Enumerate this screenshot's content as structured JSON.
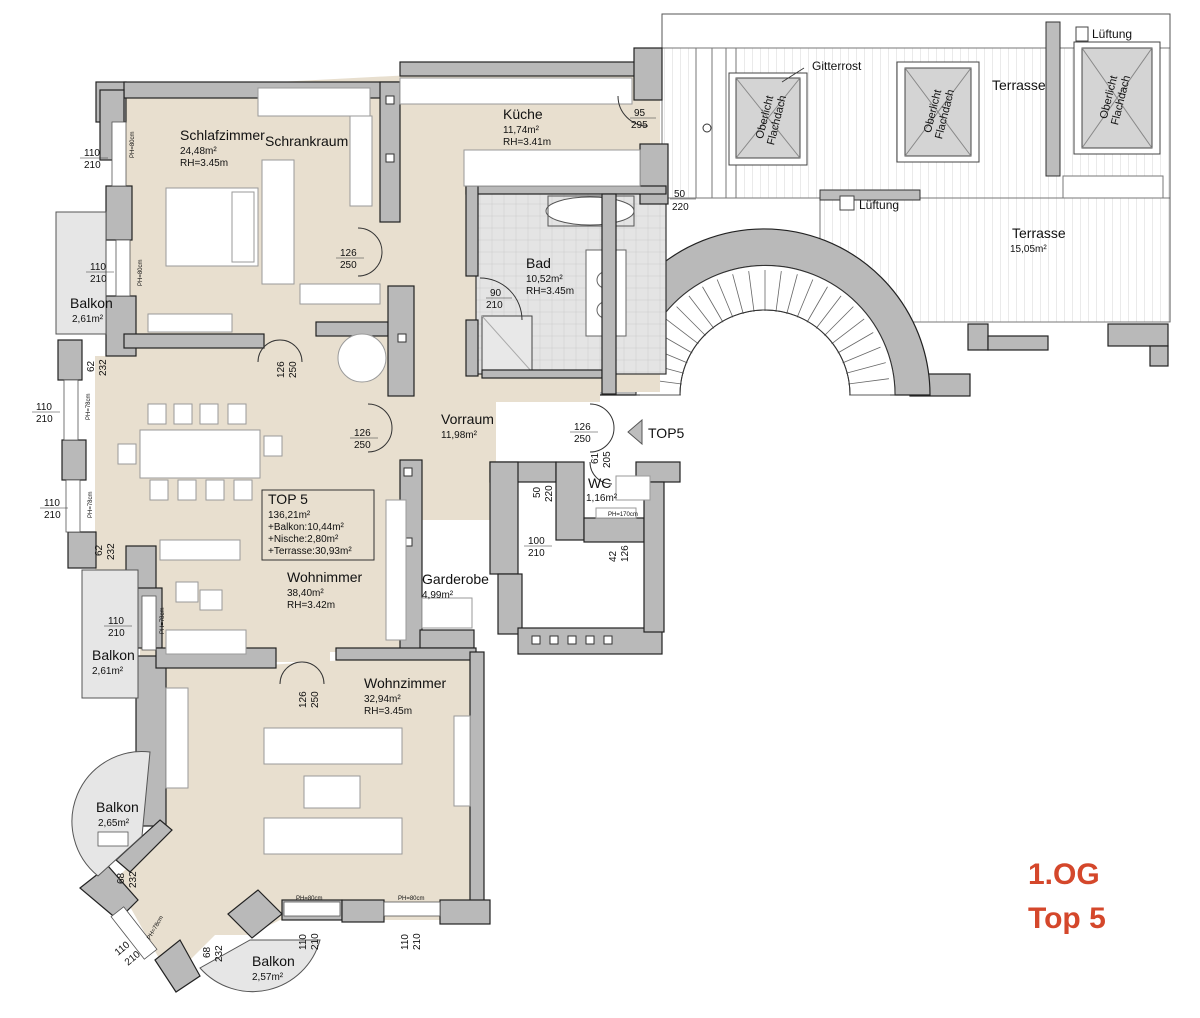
{
  "plan": {
    "floor_label": "1.OG",
    "unit_label": "Top 5",
    "entry_label": "TOP5",
    "colors": {
      "floor": "#e8dfcf",
      "wall": "#b9b9b9",
      "wet": "#dcdcdc",
      "accent": "#d4472b"
    },
    "summary": {
      "title": "TOP 5",
      "area": "136,21m²",
      "balkon": "+Balkon:10,44m²",
      "nische": "+Nische:2,80m²",
      "terrasse": "+Terrasse:30,93m²"
    },
    "rooms": {
      "schlafzimmer": {
        "name": "Schlafzimmer",
        "area": "24,48m²",
        "height": "RH=3.45m"
      },
      "schrankraum": {
        "name": "Schrankraum"
      },
      "kueche": {
        "name": "Küche",
        "area": "11,74m²",
        "height": "RH=3.41m"
      },
      "bad": {
        "name": "Bad",
        "area": "10,52m²",
        "height": "RH=3.45m"
      },
      "vorraum": {
        "name": "Vorraum",
        "area": "11,98m²"
      },
      "wc": {
        "name": "WC",
        "area": "1,16m²"
      },
      "wohnimmer": {
        "name": "Wohnimmer",
        "area": "38,40m²",
        "height": "RH=3.42m"
      },
      "garderobe": {
        "name": "Garderobe",
        "area": "4,99m²"
      },
      "wohnzimmer": {
        "name": "Wohnzimmer",
        "area": "32,94m²",
        "height": "RH=3.45m"
      },
      "balkon1": {
        "name": "Balkon",
        "area": "2,61m²"
      },
      "balkon2": {
        "name": "Balkon",
        "area": "2,61m²"
      },
      "balkon3": {
        "name": "Balkon",
        "area": "2,65m²"
      },
      "balkon4": {
        "name": "Balkon",
        "area": "2,57m²"
      },
      "terrasse1": {
        "name": "Terrasse"
      },
      "terrasse2": {
        "name": "Terrasse",
        "area": "15,05m²"
      }
    },
    "features": {
      "gitterrost": "Gitterrost",
      "lueftung1": "Lüftung",
      "lueftung2": "Lüftung",
      "oberlicht_a": "Oberlicht",
      "oberlicht_b": "Flachdach"
    },
    "dims": {
      "d110": "110",
      "d210": "210",
      "d126": "126",
      "d250": "250",
      "d95": "95",
      "d295": "295",
      "d90": "90",
      "d50": "50",
      "d220": "220",
      "d62": "62",
      "d232": "232",
      "d61": "61",
      "d205": "205",
      "d100": "100",
      "d42": "42",
      "d68": "68"
    },
    "notes": {
      "ph80": "PH=80cm",
      "ph78": "PH=78cm",
      "ph170": "PH=170cm"
    }
  }
}
